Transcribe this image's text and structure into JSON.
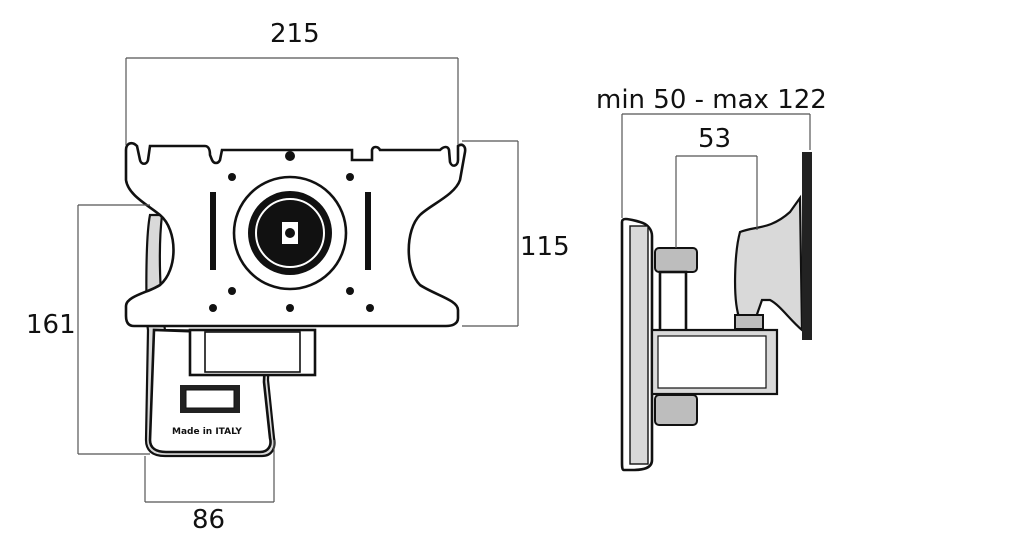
{
  "front_view": {
    "width_label": "215",
    "plate_height_label": "115",
    "total_height_label": "161",
    "arm_width_label": "86",
    "stamp_text": "Made in ITALY"
  },
  "side_view": {
    "extension_label": "min 50 - max 122",
    "depth_label": "53"
  }
}
